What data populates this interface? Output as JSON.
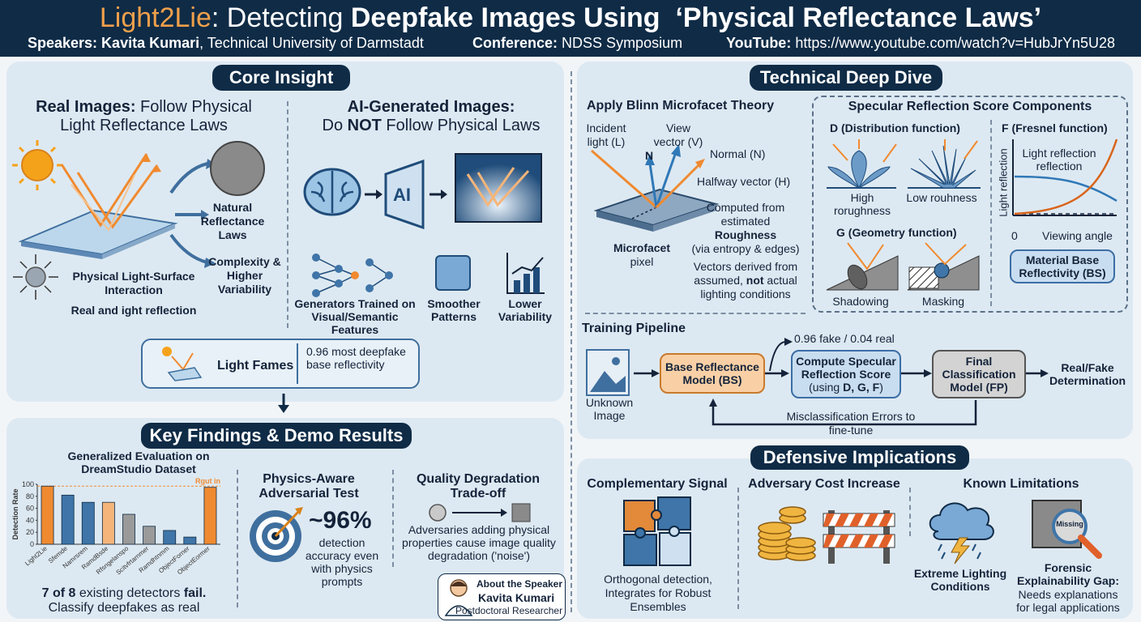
{
  "header": {
    "title_part1": "Light2Lie",
    "title_part2": ": Detecting ",
    "title_part3": "Deepfake Images Using",
    "title_part4": "‘Physical Reflectance Laws’",
    "speakers_label": "Speakers: Kavita Kumari",
    "speakers_affil": ", Technical University of Darmstadt",
    "conference_label": "Conference:",
    "conference_value": "NDSS Symposium",
    "youtube_label": "YouTube:",
    "youtube_value": "https://www.youtube.com/watch?v=HubJrYn5U28"
  },
  "core": {
    "title": "Core Insight",
    "real_head_bold": "Real Images:",
    "real_head_rest": " Follow Physical",
    "real_head_line2": "Light Reflectance Laws",
    "natural": "Natural Reflectance Laws",
    "complexity": "Complexity & Higher Variability",
    "interaction": "Physical Light-Surface Interaction",
    "real_reflection": "Real and ight reflection",
    "ai_head_line1": "AI-Generated Images:",
    "ai_head_pre": "Do ",
    "ai_head_not": "NOT",
    "ai_head_post": " Follow Physical Laws",
    "ai_chip": "AI",
    "generators": "Generators Trained on Visual/Semantic Features",
    "smoother": "Smoother Patterns",
    "lower_var": "Lower Variability",
    "light_fames": "Light Fames",
    "fames_note": "0.96 most deepfake base reflectivity"
  },
  "findings": {
    "title": "Key Findings & Demo Results",
    "eval_title": "Generalized Evaluation on DreamStudio Dataset",
    "summary_bold": "7 of 8",
    "summary_rest": " existing detectors ",
    "summary_fail": "fail.",
    "summary_line2": "Classify deepfakes as real",
    "adv_title": "Physics-Aware Adversarial Test",
    "adv_value": "~96%",
    "adv_desc": "detection accuracy even with physics prompts",
    "qual_title": "Quality Degradation Trade-off",
    "qual_desc": "Adversaries adding physical properties cause image quality degradation ('noise')",
    "speaker_head": "About the Speaker",
    "speaker_name": "Kavita Kumari",
    "speaker_role": "Postdoctoral Researcher"
  },
  "chart_data": {
    "type": "bar",
    "title": "Generalized Evaluation on DreamStudio Dataset",
    "ylabel": "Detection Rate",
    "ylim": [
      0,
      100
    ],
    "yticks": [
      0,
      20,
      40,
      60,
      80,
      100
    ],
    "categories": [
      "Light2Lie",
      "Sfemde",
      "Namrsrem",
      "RamdBsde",
      "Rfsngelanspo",
      "Scitvfrtarnmer",
      "Ramdhtnmm",
      "ObjectForner",
      "ObjectEormer"
    ],
    "values": [
      97,
      82,
      70,
      70,
      50,
      30,
      23,
      12,
      95
    ],
    "colors": [
      "#f08a30",
      "#3f75a8",
      "#3f75a8",
      "#f5b57a",
      "#9a9a9a",
      "#9a9a9a",
      "#3f75a8",
      "#3f75a8",
      "#f08a30"
    ],
    "reference_label": "Rgut in",
    "reference_value": 97
  },
  "tech": {
    "title": "Technical Deep Dive",
    "blinn_title": "Apply Blinn Microfacet Theory",
    "incident": "Incident light (L)",
    "view": "View vector (V)",
    "n_label": "N",
    "normal": "Normal (N)",
    "halfway": "Halfway vector (H)",
    "computed_line1": "Computed from estimated",
    "roughness": "Roughness",
    "computed_line3": "(via entropy & edges)",
    "vectors_pre": "Vectors derived from assumed, ",
    "vectors_not": "not",
    "vectors_post": " actual lighting conditions",
    "microfacet": "Microfacet",
    "pixel": "pixel",
    "specular_title": "Specular Reflection Score Components",
    "d_title": "D (Distribution function)",
    "high": "High rorughness",
    "low": "Low rouhness",
    "g_title": "G (Geometry function)",
    "shadowing": "Shadowing",
    "masking": "Masking",
    "f_title": "F (Fresnel function)",
    "f_curve": "Light reflection reflection",
    "f_ylabel": "Light reflection",
    "f_xlabel": "Viewing angle",
    "f_zero": "0",
    "bs_box": "Material Base Reflectivity (BS)",
    "pipeline_title": "Training Pipeline",
    "unknown": "Unknown Image",
    "base_model": "Base Reflectance Model (BS)",
    "score_pre": "Compute Specular Reflection Score",
    "score_using": "(using ",
    "score_dgf": "D, G, F",
    "score_close": ")",
    "fake_real": "0.96 fake / 0.04 real",
    "final": "Final Classification Model (FP)",
    "determination": "Real/Fake Determination",
    "misclass": "Misclassification Errors to fine-tune"
  },
  "defense": {
    "title": "Defensive Implications",
    "comp_title": "Complementary Signal",
    "comp_desc": "Orthogonal detection, Integrates for Robust Ensembles",
    "cost_title": "Adversary Cost Increase",
    "lim_title": "Known Limitations",
    "lighting": "Extreme Lighting Conditions",
    "missing": "Missing",
    "gap_title": "Forensic Explainability Gap:",
    "gap_desc": "Needs explanations for legal applications"
  },
  "colors": {
    "navy": "#0f2b46",
    "orange": "#f08a30",
    "blue": "#3f75a8",
    "panel": "#dde9f2"
  }
}
